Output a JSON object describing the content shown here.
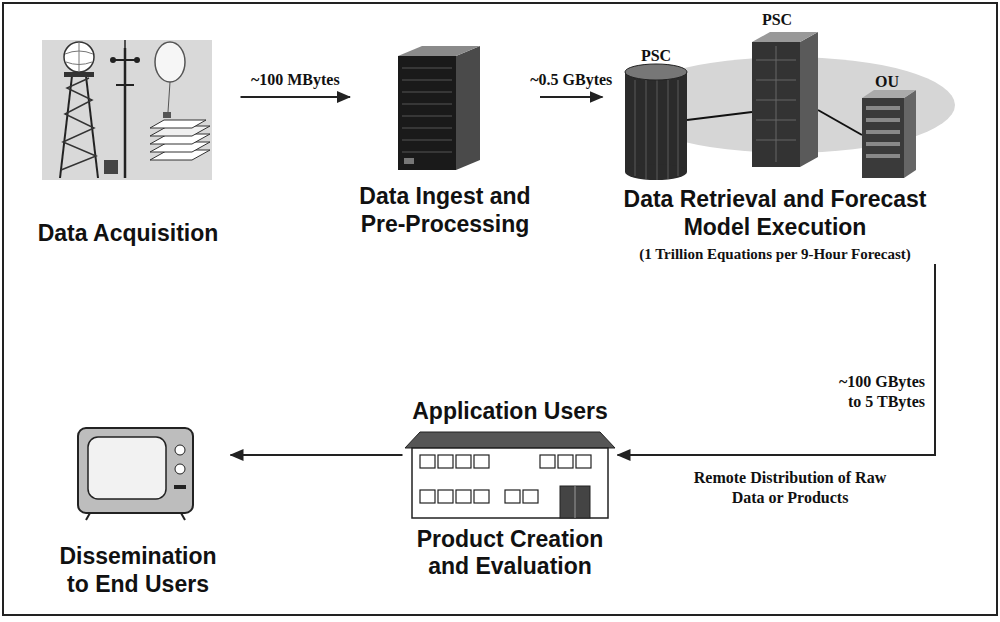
{
  "diagram": {
    "nodes": [
      {
        "text": [
          "Data Acquisition"
        ]
      },
      {
        "text": [
          "Data Ingest and Pre-Processing"
        ]
      },
      {
        "text": [
          "Data Retrieval and Forecast Model Execution",
          "(1 Trillion Equations per 9-Hour Forecast)"
        ]
      },
      {
        "text": [
          "Application Users",
          "Product Creation and Evaluation"
        ]
      },
      {
        "text": [
          "Dissemination to End Users"
        ]
      }
    ],
    "edges": [
      {
        "from": 0,
        "to": 1,
        "arrow": "to",
        "label": "~100 MBytes"
      },
      {
        "from": 1,
        "to": 2,
        "arrow": "to",
        "label": "~0.5 GBytes"
      },
      {
        "from": 2,
        "to": 3,
        "arrow": "to",
        "label": "~100 GBytes to 5 TBytes"
      },
      {
        "from": 3,
        "to": 4,
        "arrow": "to"
      }
    ],
    "labels": [
      "PSC",
      "PSC",
      "OU",
      "Remote Distribution of Raw Data or Products"
    ]
  }
}
